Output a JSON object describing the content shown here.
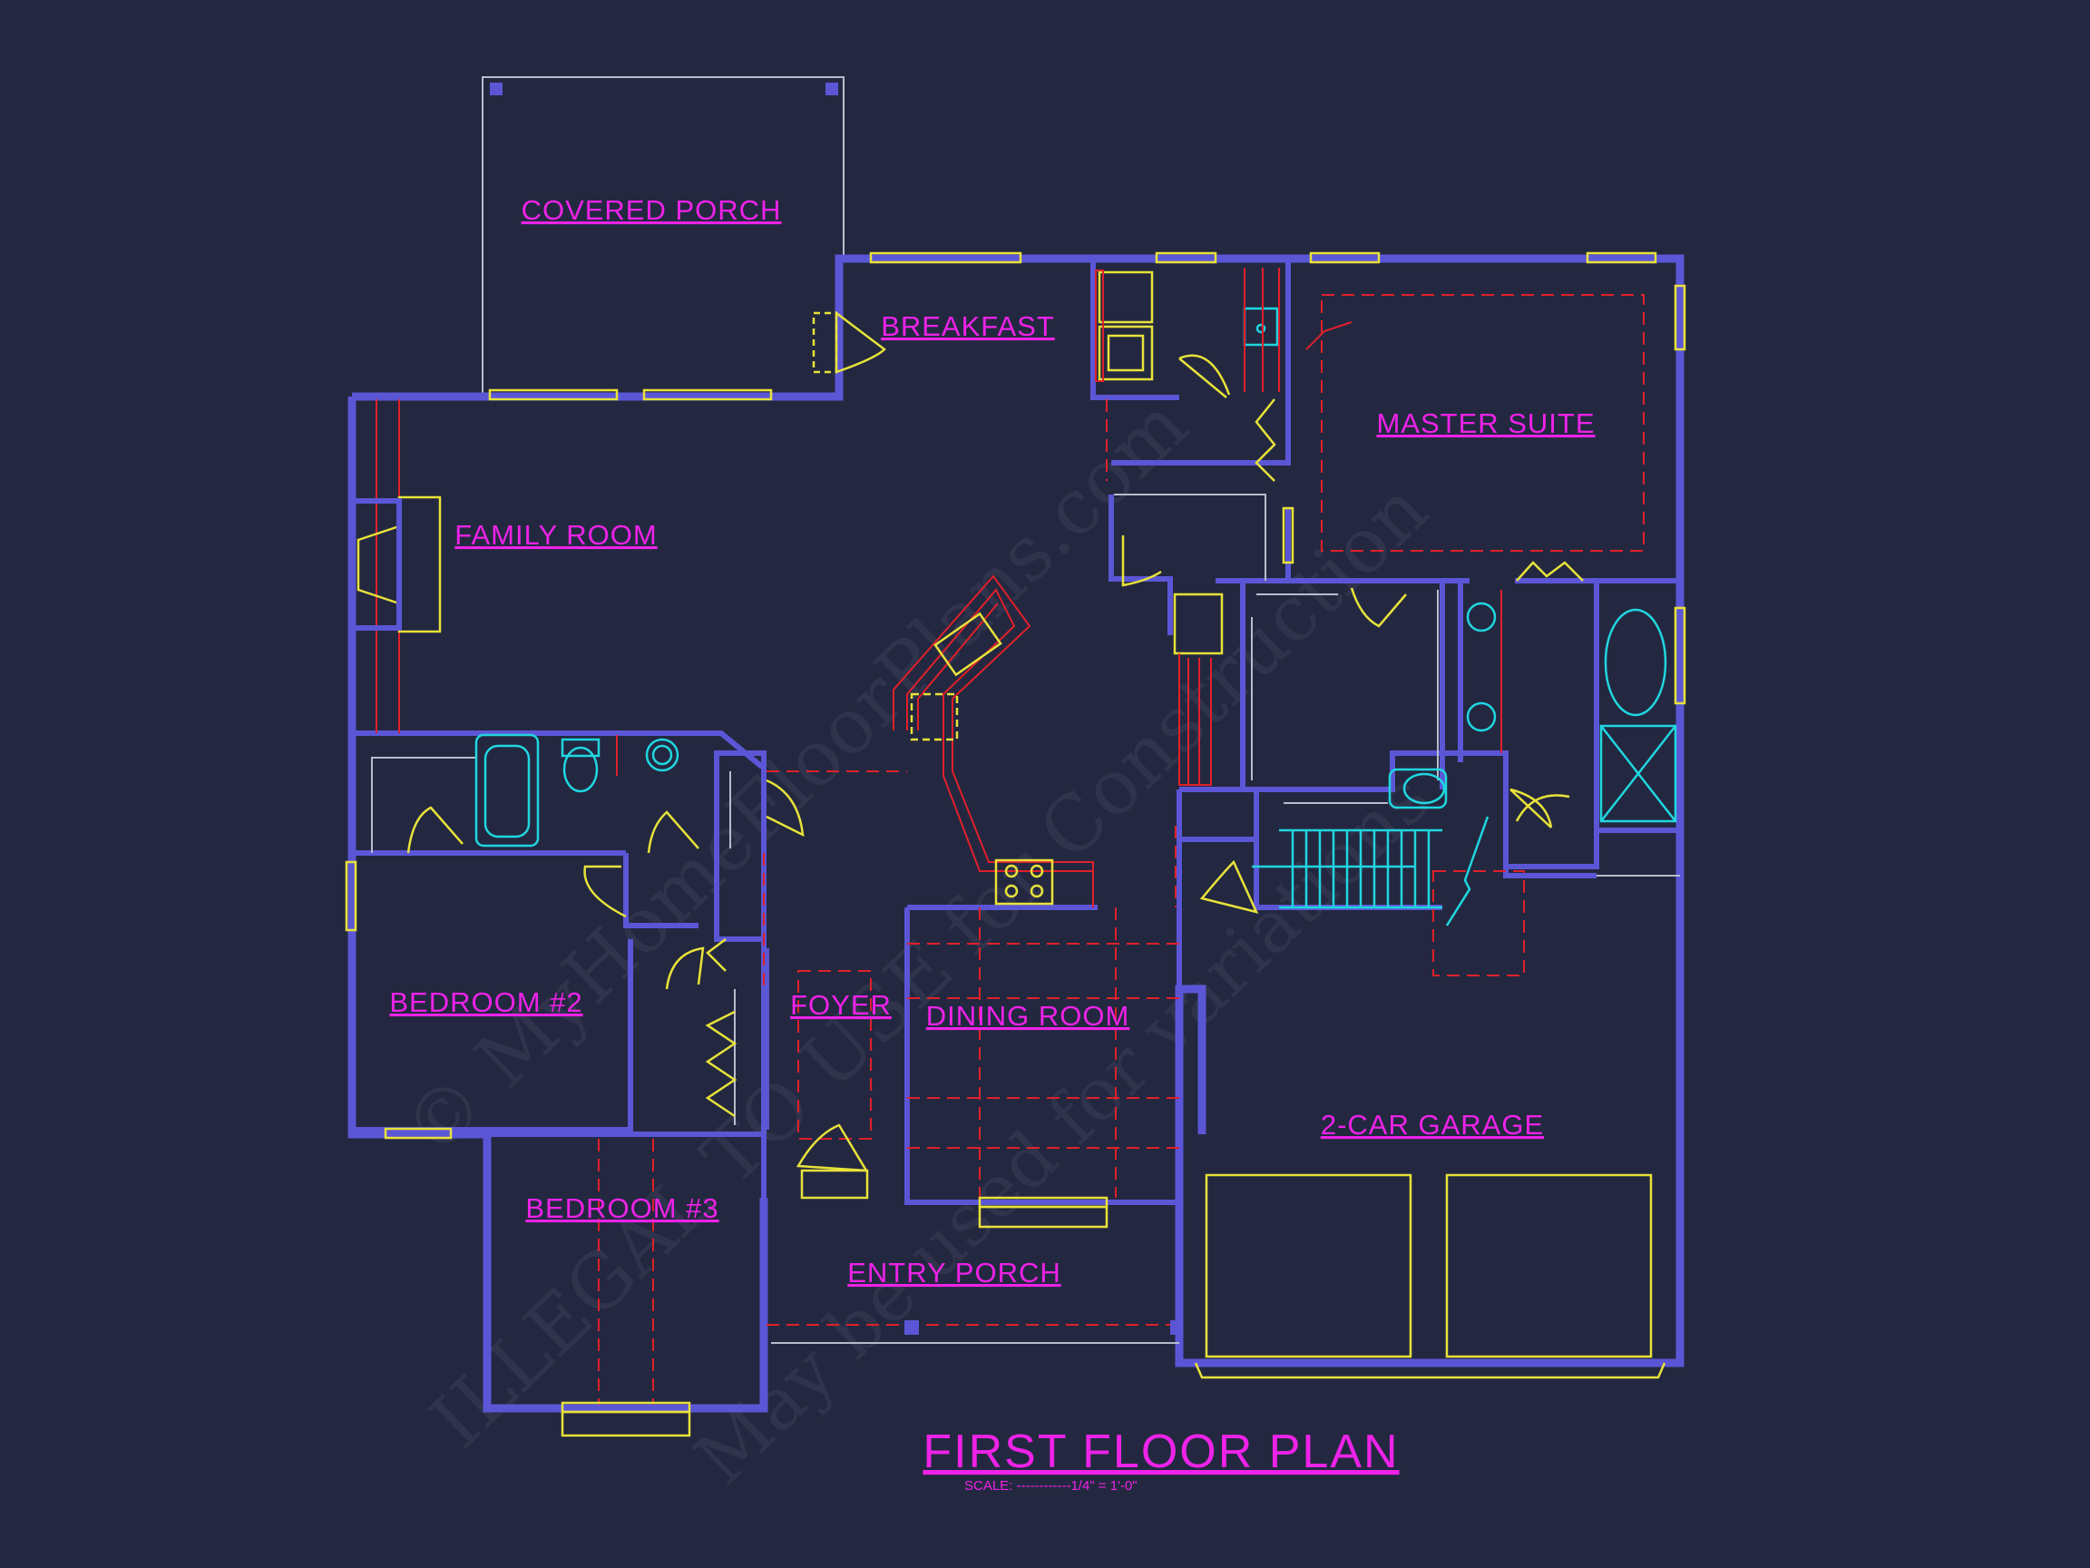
{
  "rooms": {
    "covered_porch": "COVERED PORCH",
    "breakfast": "BREAKFAST",
    "master_suite": "MASTER SUITE",
    "family_room": "FAMILY ROOM",
    "bedroom_2": "BEDROOM #2",
    "foyer": "FOYER",
    "dining_room": "DINING ROOM",
    "two_car_garage": "2-CAR GARAGE",
    "bedroom_3": "BEDROOM #3",
    "entry_porch": "ENTRY PORCH"
  },
  "title": {
    "text": "FIRST FLOOR PLAN",
    "scale": "SCALE: ------------1/4\" = 1'-0\""
  },
  "watermark": {
    "line1": "© MyHomeFloorPlans.com",
    "line2": "ILLEGAL TO USE for Construction",
    "line3": "May be used for variations"
  },
  "colors": {
    "background": "#232840",
    "walls": "#5b56d6",
    "labels": "#ee22e8",
    "doors_windows": "#e8e23a",
    "fixtures": "#20d6e0",
    "dashed_lines": "#e0202a"
  }
}
